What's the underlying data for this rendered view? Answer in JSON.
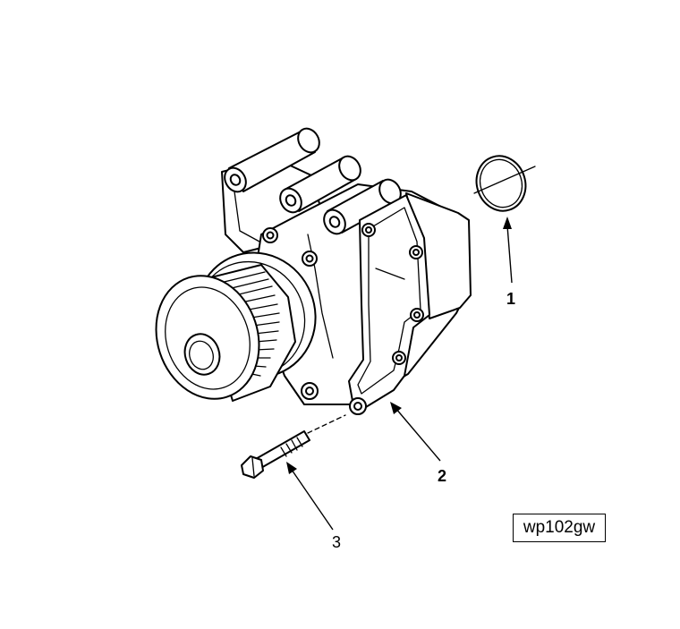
{
  "callouts": [
    {
      "number": "1"
    },
    {
      "number": "2"
    },
    {
      "number": "3"
    }
  ],
  "figure_reference": "wp102gw"
}
